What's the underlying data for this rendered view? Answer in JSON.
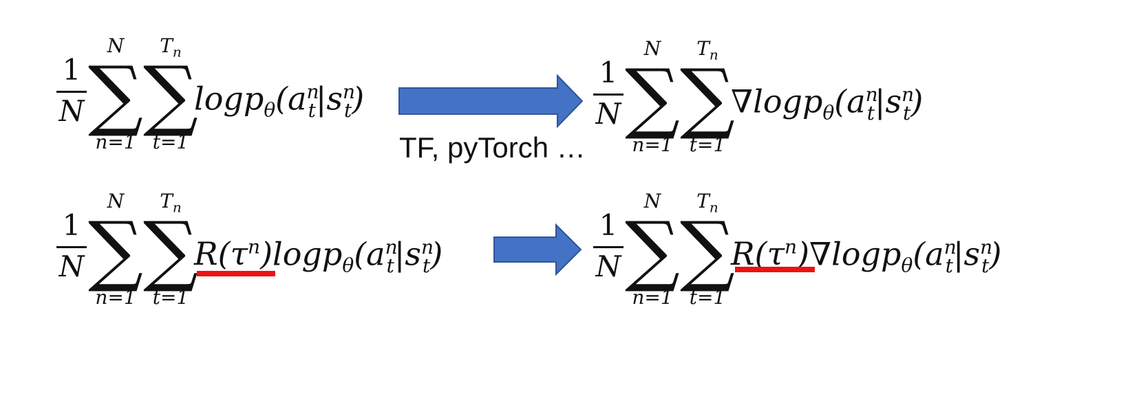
{
  "colors": {
    "arrow": "#4472C4",
    "underline": "#EE1111",
    "text": "#111111"
  },
  "caption": "TF, pyTorch …",
  "symbols": {
    "one": "1",
    "N": "N",
    "sigma": "∑",
    "sum_n_upper": "N",
    "sum_n_lower": "n=1",
    "sum_t_upper_T": "T",
    "sum_t_upper_sub": "n",
    "sum_t_lower": "t=1",
    "grad": "∇",
    "reward": "R(τ",
    "reward_sup": "n",
    "reward_close": ")",
    "log": "logp",
    "theta": "θ",
    "a": "(a",
    "s": "|s",
    "n": "n",
    "t": "t",
    "close": ")"
  }
}
